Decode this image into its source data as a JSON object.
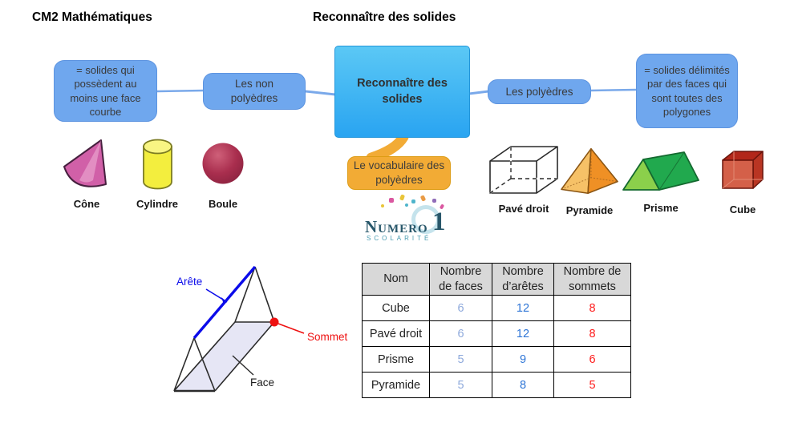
{
  "header": {
    "course": "CM2 Mathématiques",
    "lesson": "Reconnaître des solides"
  },
  "mindmap": {
    "center": "Reconnaître des solides",
    "non_polyhedra_label": "Les non polyèdres",
    "non_polyhedra_definition": "= solides qui possèdent au moins une face courbe",
    "polyhedra_label": "Les polyèdres",
    "polyhedra_definition": "= solides délimités par des faces qui sont toutes des polygones",
    "vocabulary_label": "Le vocabulaire des polyèdres"
  },
  "shapes": {
    "non_polyhedra": [
      {
        "name": "Cône"
      },
      {
        "name": "Cylindre"
      },
      {
        "name": "Boule"
      }
    ],
    "polyhedra": [
      {
        "name": "Pavé droit"
      },
      {
        "name": "Pyramide"
      },
      {
        "name": "Prisme"
      },
      {
        "name": "Cube"
      }
    ]
  },
  "logo": {
    "brand": "Numero",
    "numeral": "1",
    "tagline": "SCOLARITÉ"
  },
  "vocabulary_diagram": {
    "edge_label": "Arête",
    "vertex_label": "Sommet",
    "face_label": "Face"
  },
  "table": {
    "columns": [
      "Nom",
      "Nombre\nde faces",
      "Nombre\nd’arêtes",
      "Nombre de\nsommets"
    ],
    "rows": [
      {
        "name": "Cube",
        "faces": "6",
        "edges": "12",
        "vertices": "8"
      },
      {
        "name": "Pavé droit",
        "faces": "6",
        "edges": "12",
        "vertices": "8"
      },
      {
        "name": "Prisme",
        "faces": "5",
        "edges": "9",
        "vertices": "6"
      },
      {
        "name": "Pyramide",
        "faces": "5",
        "edges": "8",
        "vertices": "5"
      }
    ]
  },
  "colors": {
    "branch-blue": "#6fa7ee",
    "center-top": "#5bc8f5",
    "center-bottom": "#29a4f1",
    "vocab-orange": "#f2ab35",
    "connector-blue": "#7aa9ea",
    "faces-value": "#8faadc",
    "edges-value": "#2e75d6",
    "vertices-value": "#fe1b1b",
    "edge-blue": "#0b0bea",
    "vertex-red": "#ee1111"
  }
}
